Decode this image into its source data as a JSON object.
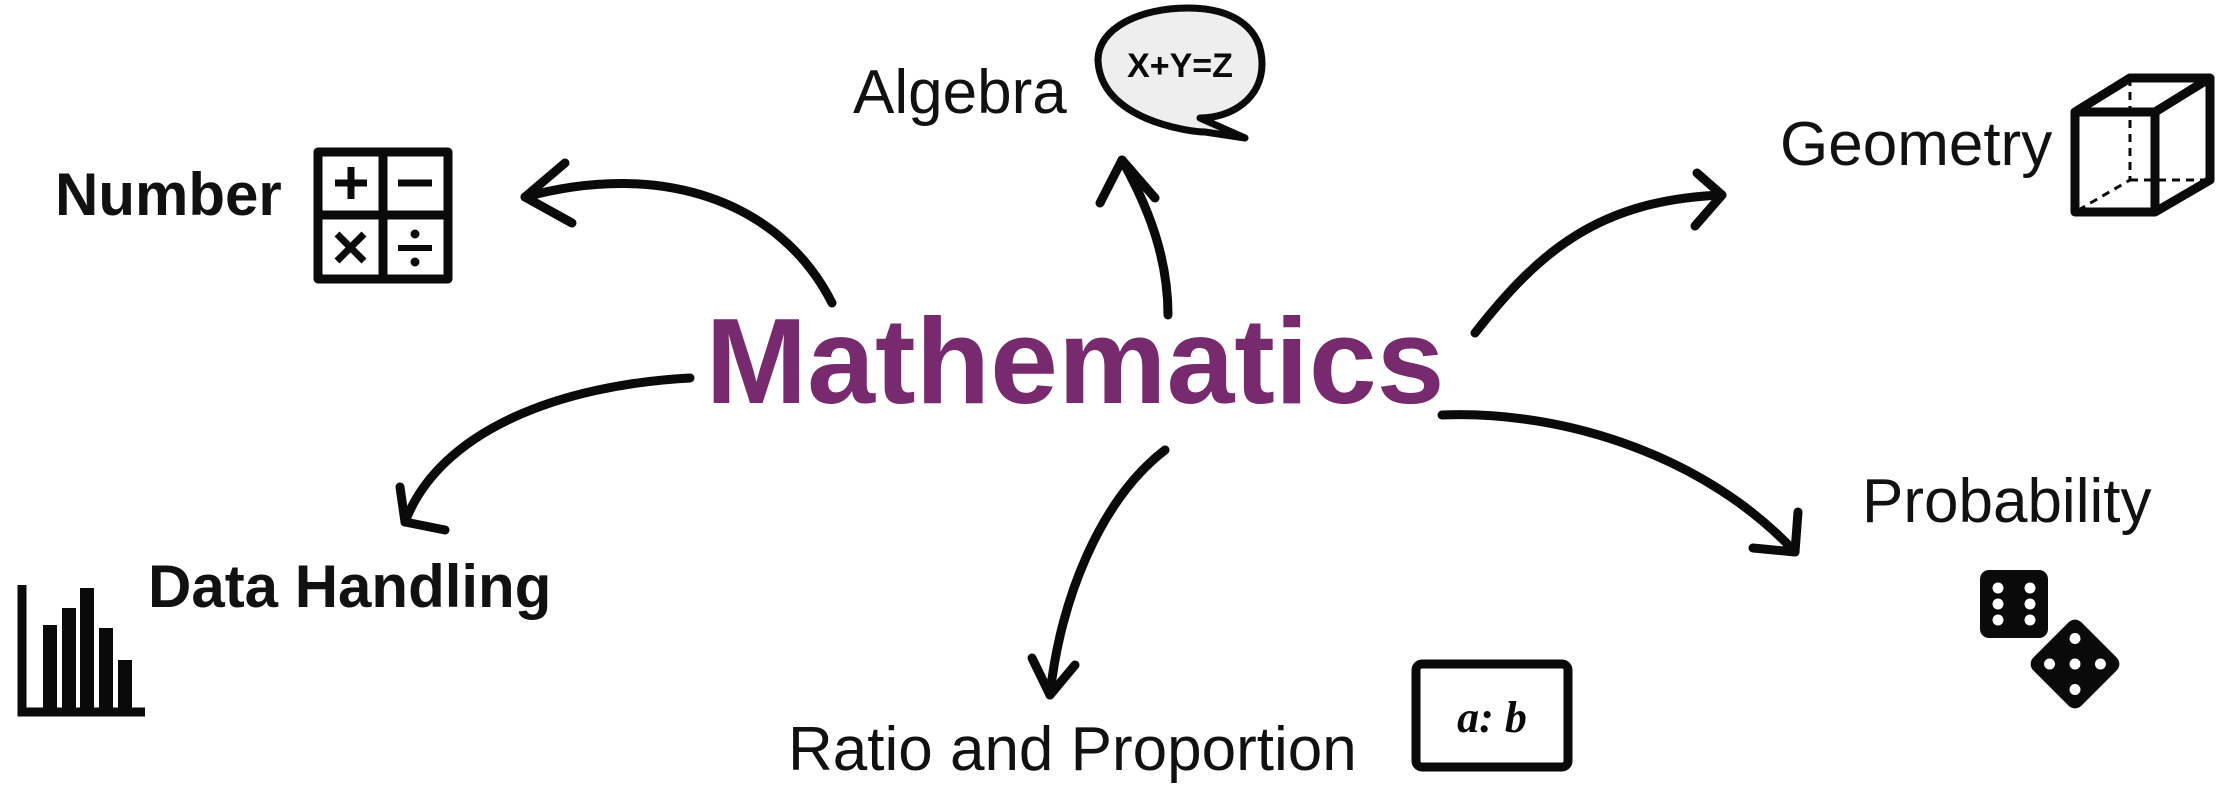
{
  "center": {
    "label": "Mathematics",
    "color": "#782a6e"
  },
  "branches": {
    "number": {
      "label": "Number"
    },
    "algebra": {
      "label": "Algebra",
      "bubble_text": "X+Y=Z"
    },
    "geometry": {
      "label": "Geometry"
    },
    "data_handling": {
      "label": "Data Handling"
    },
    "ratio": {
      "label": "Ratio and Proportion",
      "icon_text": "a: b"
    },
    "probability": {
      "label": "Probability"
    }
  },
  "icons": {
    "number": "calculator-operations-icon",
    "algebra": "speech-bubble-icon",
    "geometry": "cube-icon",
    "data_handling": "bar-chart-icon",
    "ratio": "ratio-box-icon",
    "probability": "dice-icon"
  }
}
